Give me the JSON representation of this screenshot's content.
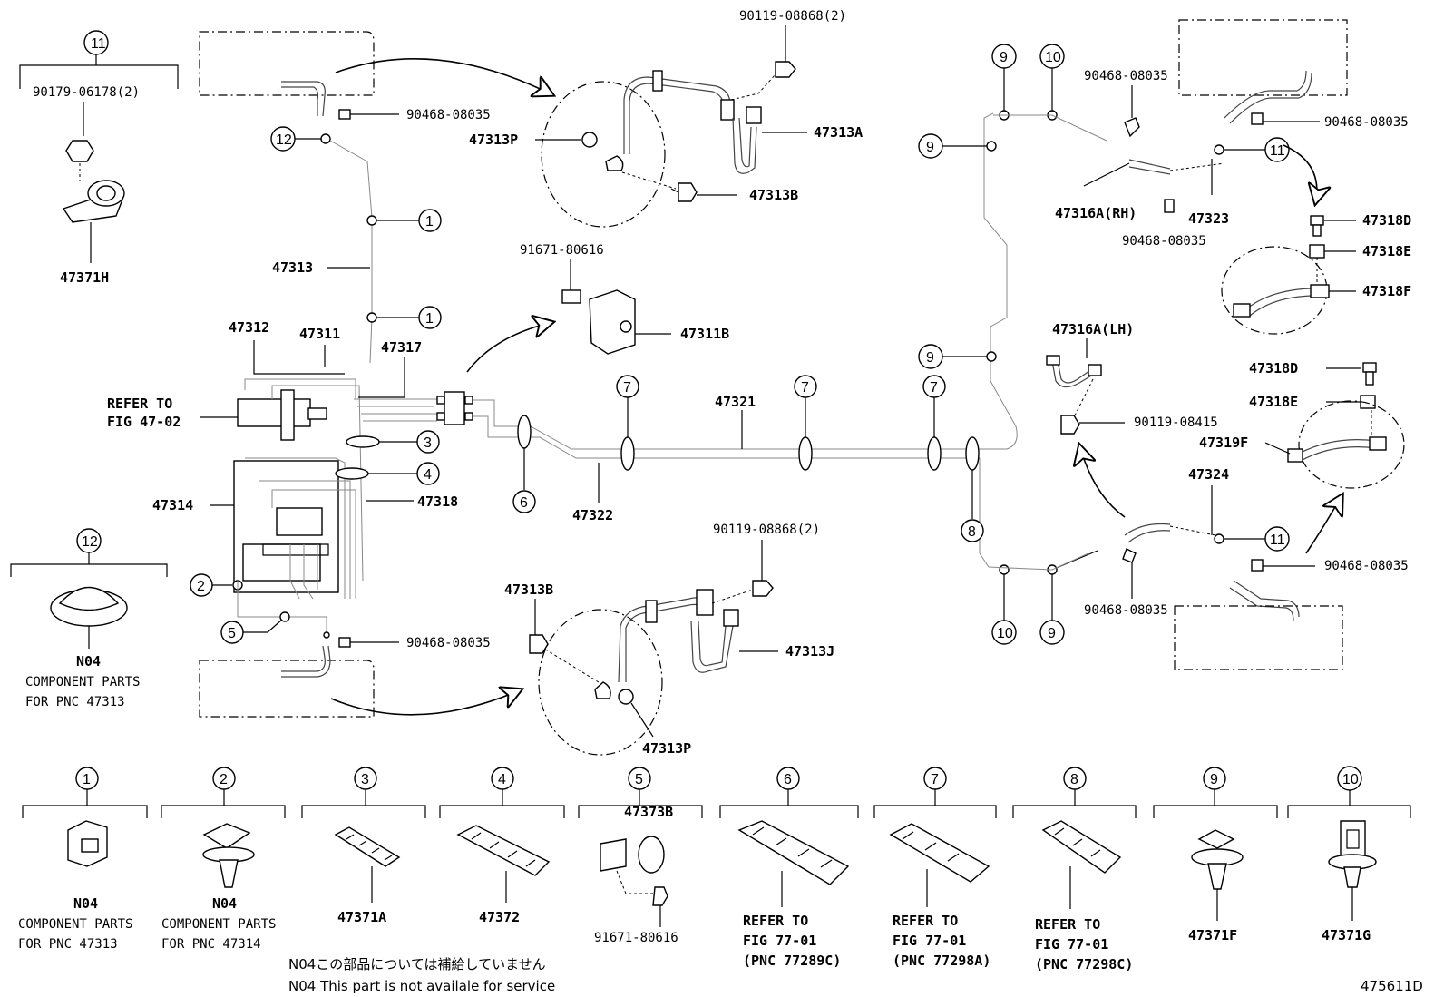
{
  "header_parts": {
    "p90179": "90179-06178(2)",
    "p47371H": "47371H",
    "p90119_top": "90119-08868(2)",
    "p90468_top": "90468-08035",
    "p47313P_top": "47313P",
    "p47313A": "47313A",
    "p47313B_top": "47313B",
    "p91671_top": "91671-80616",
    "p47311B": "47311B",
    "p47313": "47313",
    "p47312": "47312",
    "p47311": "47311",
    "p47317": "47317",
    "refer_line1": "REFER TO",
    "refer_line2": "FIG 47-02",
    "p47321": "47321",
    "p47314": "47314",
    "p47318": "47318",
    "p47322": "47322",
    "p90119_mid": "90119-08868(2)",
    "p47313B_bot": "47313B",
    "p90468_mid": "90468-08035",
    "p47313J": "47313J",
    "p47313P_bot": "47313P",
    "n04_12": "N04",
    "n04_12_l1": "COMPONENT PARTS",
    "n04_12_l2": "FOR PNC 47313",
    "p90468_r1": "90468-08035",
    "p90468_r2": "90468-08035",
    "p47316RH": "47316A(RH)",
    "p47323": "47323",
    "p90468_r3": "90468-08035",
    "p47318D_1": "47318D",
    "p47318E_1": "47318E",
    "p47318F": "47318F",
    "p47316LH": "47316A(LH)",
    "p90119_r": "90119-08415",
    "p47318D_2": "47318D",
    "p47318E_2": "47318E",
    "p47319F": "47319F",
    "p47324": "47324",
    "p90468_r4": "90468-08035",
    "p90468_r5": "90468-08035"
  },
  "callouts": [
    "1",
    "2",
    "3",
    "4",
    "5",
    "6",
    "7",
    "8",
    "9",
    "10",
    "11",
    "12"
  ],
  "legend": {
    "c1_n04": "N04",
    "c1_l1": "COMPONENT PARTS",
    "c1_l2": "FOR PNC 47313",
    "c2_n04": "N04",
    "c2_l1": "COMPONENT PARTS",
    "c2_l2": "FOR PNC 47314",
    "c3": "47371A",
    "c4": "47372",
    "c5_top": "47373B",
    "c5_bot": "91671-80616",
    "c6_l1": "REFER TO",
    "c6_l2": "FIG 77-01",
    "c6_l3": "(PNC 77289C)",
    "c7_l1": "REFER TO",
    "c7_l2": "FIG 77-01",
    "c7_l3": "(PNC 77298A)",
    "c8_l1": "REFER TO",
    "c8_l2": "FIG 77-01",
    "c8_l3": "(PNC 77298C)",
    "c9": "47371F",
    "c10": "47371G"
  },
  "notes": {
    "jp": "N04この部品については補給していません",
    "en": "N04 This part is not availale for service",
    "fig_id": "475611D"
  }
}
